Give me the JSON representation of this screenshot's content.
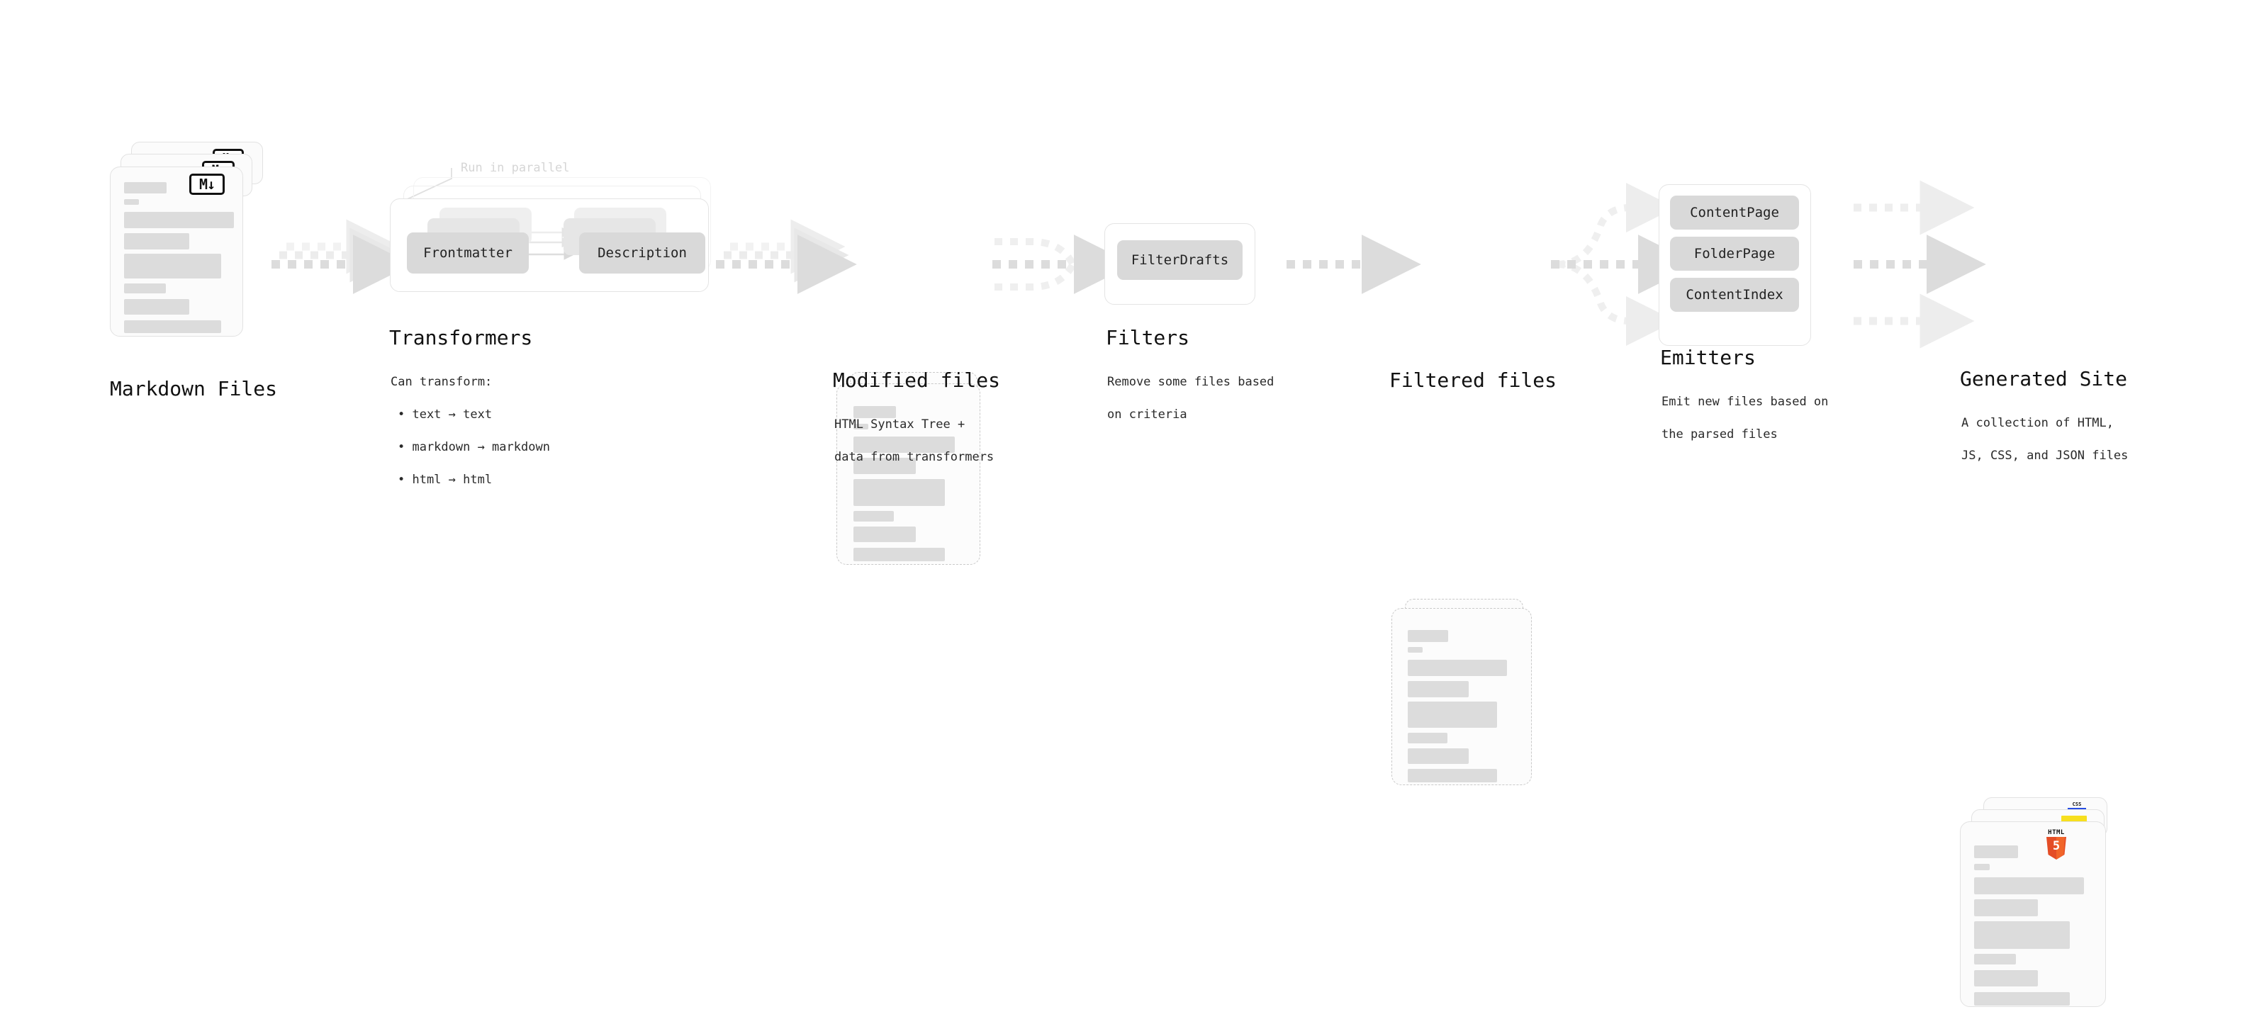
{
  "diagram": {
    "title": "Quartz build pipeline",
    "colors": {
      "bar": "#dcdcdc",
      "chip": "#d9d9d9",
      "arrow": "#dcdcdc",
      "arrow_faint": "#ededed",
      "dashed_border": "#c9c9c9",
      "solid_border": "#e2e2e2",
      "html5_orange": "#e44d26",
      "js_yellow": "#f7df1e",
      "css_blue": "#264de4",
      "text": "#111111",
      "ghost_text": "#d6d6d6"
    },
    "stages": [
      {
        "id": "markdown-files",
        "title": "Markdown Files",
        "subtitle": "",
        "badge": "M↓",
        "badge_kind": "markdown-badge",
        "card_style": "solid",
        "stacked": 3
      },
      {
        "id": "transformers",
        "title": "Transformers",
        "subtitle_lines": [
          "Can transform:",
          "• text → text",
          "• markdown → markdown",
          "• html → html"
        ],
        "annotation": "Run in parallel",
        "chips": [
          "Frontmatter",
          "Description"
        ],
        "stacked": 3
      },
      {
        "id": "modified-files",
        "title": "Modified files",
        "subtitle_lines": [
          "HTML Syntax Tree +",
          "data from transformers"
        ],
        "card_style": "dashed",
        "stacked": 2
      },
      {
        "id": "filters",
        "title": "Filters",
        "subtitle_lines": [
          "Remove some files based",
          "on criteria"
        ],
        "chips": [
          "FilterDrafts"
        ],
        "stacked": 1
      },
      {
        "id": "filtered-files",
        "title": "Filtered files",
        "subtitle_lines": [],
        "card_style": "dashed",
        "stacked": 2
      },
      {
        "id": "emitters",
        "title": "Emitters",
        "subtitle_lines": [
          "Emit new files based on",
          "the parsed files"
        ],
        "chips": [
          "ContentPage",
          "FolderPage",
          "ContentIndex"
        ],
        "stacked": 1
      },
      {
        "id": "generated-site",
        "title": "Generated Site",
        "subtitle_lines": [
          "A collection of HTML,",
          "JS, CSS, and JSON files"
        ],
        "badges": [
          "html5-badge",
          "js-badge",
          "css-badge"
        ],
        "card_style": "solid",
        "stacked": 3
      }
    ],
    "connectors": [
      {
        "from": "markdown-files",
        "to": "transformers",
        "kind": "stacked-dashed-arrow"
      },
      {
        "from": "transformers",
        "to": "modified-files",
        "kind": "stacked-dashed-arrow"
      },
      {
        "from": "modified-files",
        "to": "filters",
        "kind": "fan-in-dashed-arrow"
      },
      {
        "from": "filters",
        "to": "filtered-files",
        "kind": "dashed-arrow"
      },
      {
        "from": "filtered-files",
        "to": "emitters",
        "kind": "fan-out-dashed-arrow"
      },
      {
        "from": "emitters",
        "to": "generated-site",
        "kind": "three-dashed-arrows"
      }
    ]
  }
}
